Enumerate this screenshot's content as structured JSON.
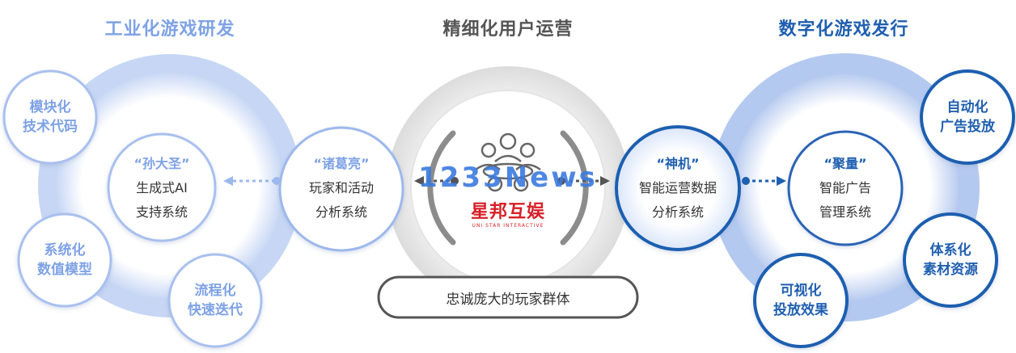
{
  "sections": {
    "left_title": "工业化游戏研发",
    "center_title": "精细化用户运营",
    "right_title": "数字化游戏发行"
  },
  "left": {
    "small": [
      {
        "l1": "模块化",
        "l2": "技术代码"
      },
      {
        "l1": "系统化",
        "l2": "数值模型"
      },
      {
        "l1": "流程化",
        "l2": "快速迭代"
      }
    ],
    "inner": {
      "q": "“孙大圣”",
      "l2": "生成式AI",
      "l3": "支持系统"
    },
    "mid": {
      "q": "“诸葛亮”",
      "l2": "玩家和活动",
      "l3": "分析系统"
    }
  },
  "center": {
    "logo_text": "星邦互娱",
    "logo_sub": "UNI STAR INTERACTIVE",
    "watermark": "1233News",
    "pill": "忠诚庞大的玩家群体"
  },
  "right": {
    "mid": {
      "q": "“神机”",
      "l2": "智能运营数据",
      "l3": "分析系统"
    },
    "inner": {
      "q": "“聚量”",
      "l2": "智能广告",
      "l3": "管理系统"
    },
    "small": [
      {
        "l1": "自动化",
        "l2": "广告投放"
      },
      {
        "l1": "体系化",
        "l2": "素材资源"
      },
      {
        "l1": "可视化",
        "l2": "投放效果"
      }
    ]
  },
  "colors": {
    "left_accent": "#7ea2e6",
    "center_gray": "#555555",
    "right_accent": "#1f5fb0"
  }
}
